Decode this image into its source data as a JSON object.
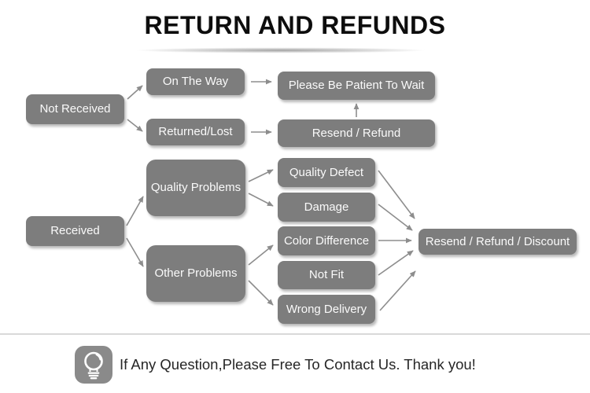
{
  "title": {
    "text": "RETURN AND REFUNDS"
  },
  "nodes": {
    "not_received": {
      "label": "Not Received"
    },
    "on_the_way": {
      "label": "On The Way"
    },
    "returned_lost": {
      "label": "Returned/Lost"
    },
    "please_wait": {
      "label": "Please Be Patient To Wait"
    },
    "resend_refund": {
      "label": "Resend / Refund"
    },
    "received": {
      "label": "Received"
    },
    "quality_problems": {
      "label": "Quality Problems"
    },
    "other_problems": {
      "label": "Other Problems"
    },
    "quality_defect": {
      "label": "Quality Defect"
    },
    "damage": {
      "label": "Damage"
    },
    "color_difference": {
      "label": "Color Difference"
    },
    "not_fit": {
      "label": "Not Fit"
    },
    "wrong_delivery": {
      "label": "Wrong Delivery"
    },
    "resend_refund_discount": {
      "label": "Resend / Refund / Discount"
    }
  },
  "edges": [
    {
      "from": "not_received",
      "to": "on_the_way"
    },
    {
      "from": "not_received",
      "to": "returned_lost"
    },
    {
      "from": "on_the_way",
      "to": "please_wait"
    },
    {
      "from": "returned_lost",
      "to": "resend_refund"
    },
    {
      "from": "resend_refund",
      "to": "please_wait"
    },
    {
      "from": "received",
      "to": "quality_problems"
    },
    {
      "from": "received",
      "to": "other_problems"
    },
    {
      "from": "quality_problems",
      "to": "quality_defect"
    },
    {
      "from": "quality_problems",
      "to": "damage"
    },
    {
      "from": "other_problems",
      "to": "color_difference"
    },
    {
      "from": "other_problems",
      "to": "wrong_delivery"
    },
    {
      "from": "quality_defect",
      "to": "resend_refund_discount"
    },
    {
      "from": "damage",
      "to": "resend_refund_discount"
    },
    {
      "from": "color_difference",
      "to": "resend_refund_discount"
    },
    {
      "from": "not_fit",
      "to": "resend_refund_discount"
    },
    {
      "from": "wrong_delivery",
      "to": "resend_refund_discount"
    }
  ],
  "footer": {
    "message": "If Any Question,Please Free To Contact Us. Thank you!",
    "icon": "lightbulb-icon"
  },
  "colors": {
    "background": "#ffffff",
    "node_fill": "#7d7d7d",
    "node_text": "#fafafa",
    "arrow": "#8d8d8d",
    "title_text": "#0d0d0d",
    "divider": "#d9d9d9",
    "footer_text": "#262626",
    "icon_bg": "#8a8a8a",
    "icon_glyph": "#ffffff"
  }
}
